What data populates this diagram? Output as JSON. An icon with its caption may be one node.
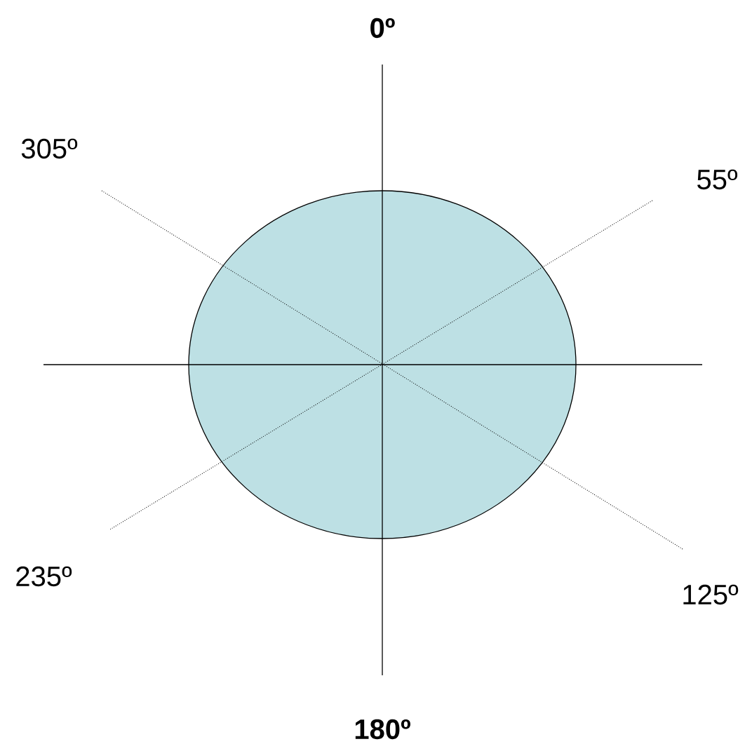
{
  "diagram": {
    "nodes": [
      {
        "text": [],
        "shape": "ellipse"
      }
    ],
    "labels": [
      "0º",
      "305º",
      "55º",
      "235º",
      "125º",
      "180º"
    ]
  }
}
